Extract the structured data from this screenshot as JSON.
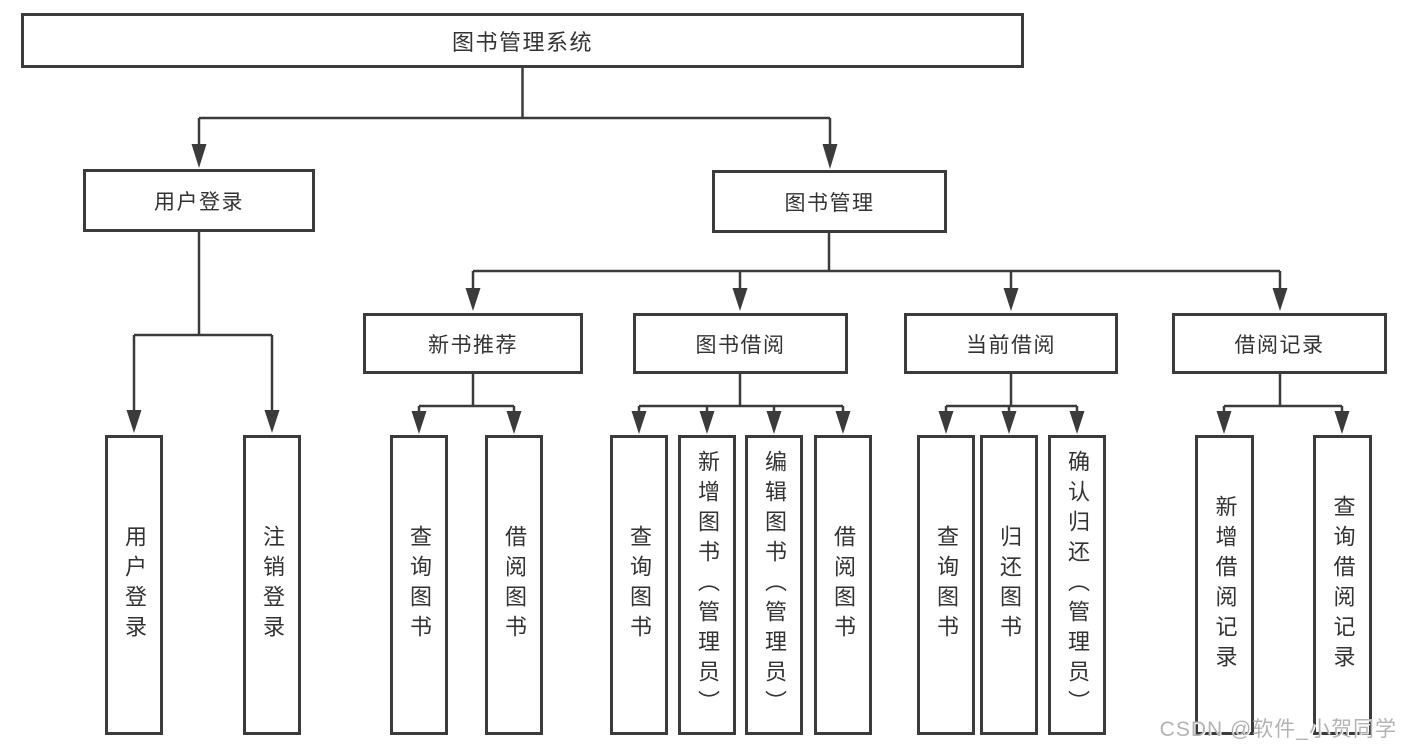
{
  "page": {
    "background": "#ffffff"
  },
  "colors": {
    "line": "#3b3b3b",
    "box_border": "#3b3b3b",
    "text": "#333333",
    "watermark_text": "#b3b3b3"
  },
  "diagram": {
    "root": {
      "label": "图书管理系统"
    },
    "branches": [
      {
        "label": "用户登录",
        "children": [
          {
            "label": "用户登录"
          },
          {
            "label": "注销登录"
          }
        ]
      },
      {
        "label": "图书管理",
        "children": [
          {
            "label": "新书推荐",
            "children": [
              {
                "label": "查询图书"
              },
              {
                "label": "借阅图书"
              }
            ]
          },
          {
            "label": "图书借阅",
            "children": [
              {
                "label": "查询图书"
              },
              {
                "label": "新增图书（管理员）"
              },
              {
                "label": "编辑图书（管理员）"
              },
              {
                "label": "借阅图书"
              }
            ]
          },
          {
            "label": "当前借阅",
            "children": [
              {
                "label": "查询图书"
              },
              {
                "label": "归还图书"
              },
              {
                "label": "确认归还（管理员）"
              }
            ]
          },
          {
            "label": "借阅记录",
            "children": [
              {
                "label": "新增借阅记录"
              },
              {
                "label": "查询借阅记录"
              }
            ]
          }
        ]
      }
    ]
  },
  "watermark": {
    "text": "CSDN @软件_小贺同学"
  }
}
